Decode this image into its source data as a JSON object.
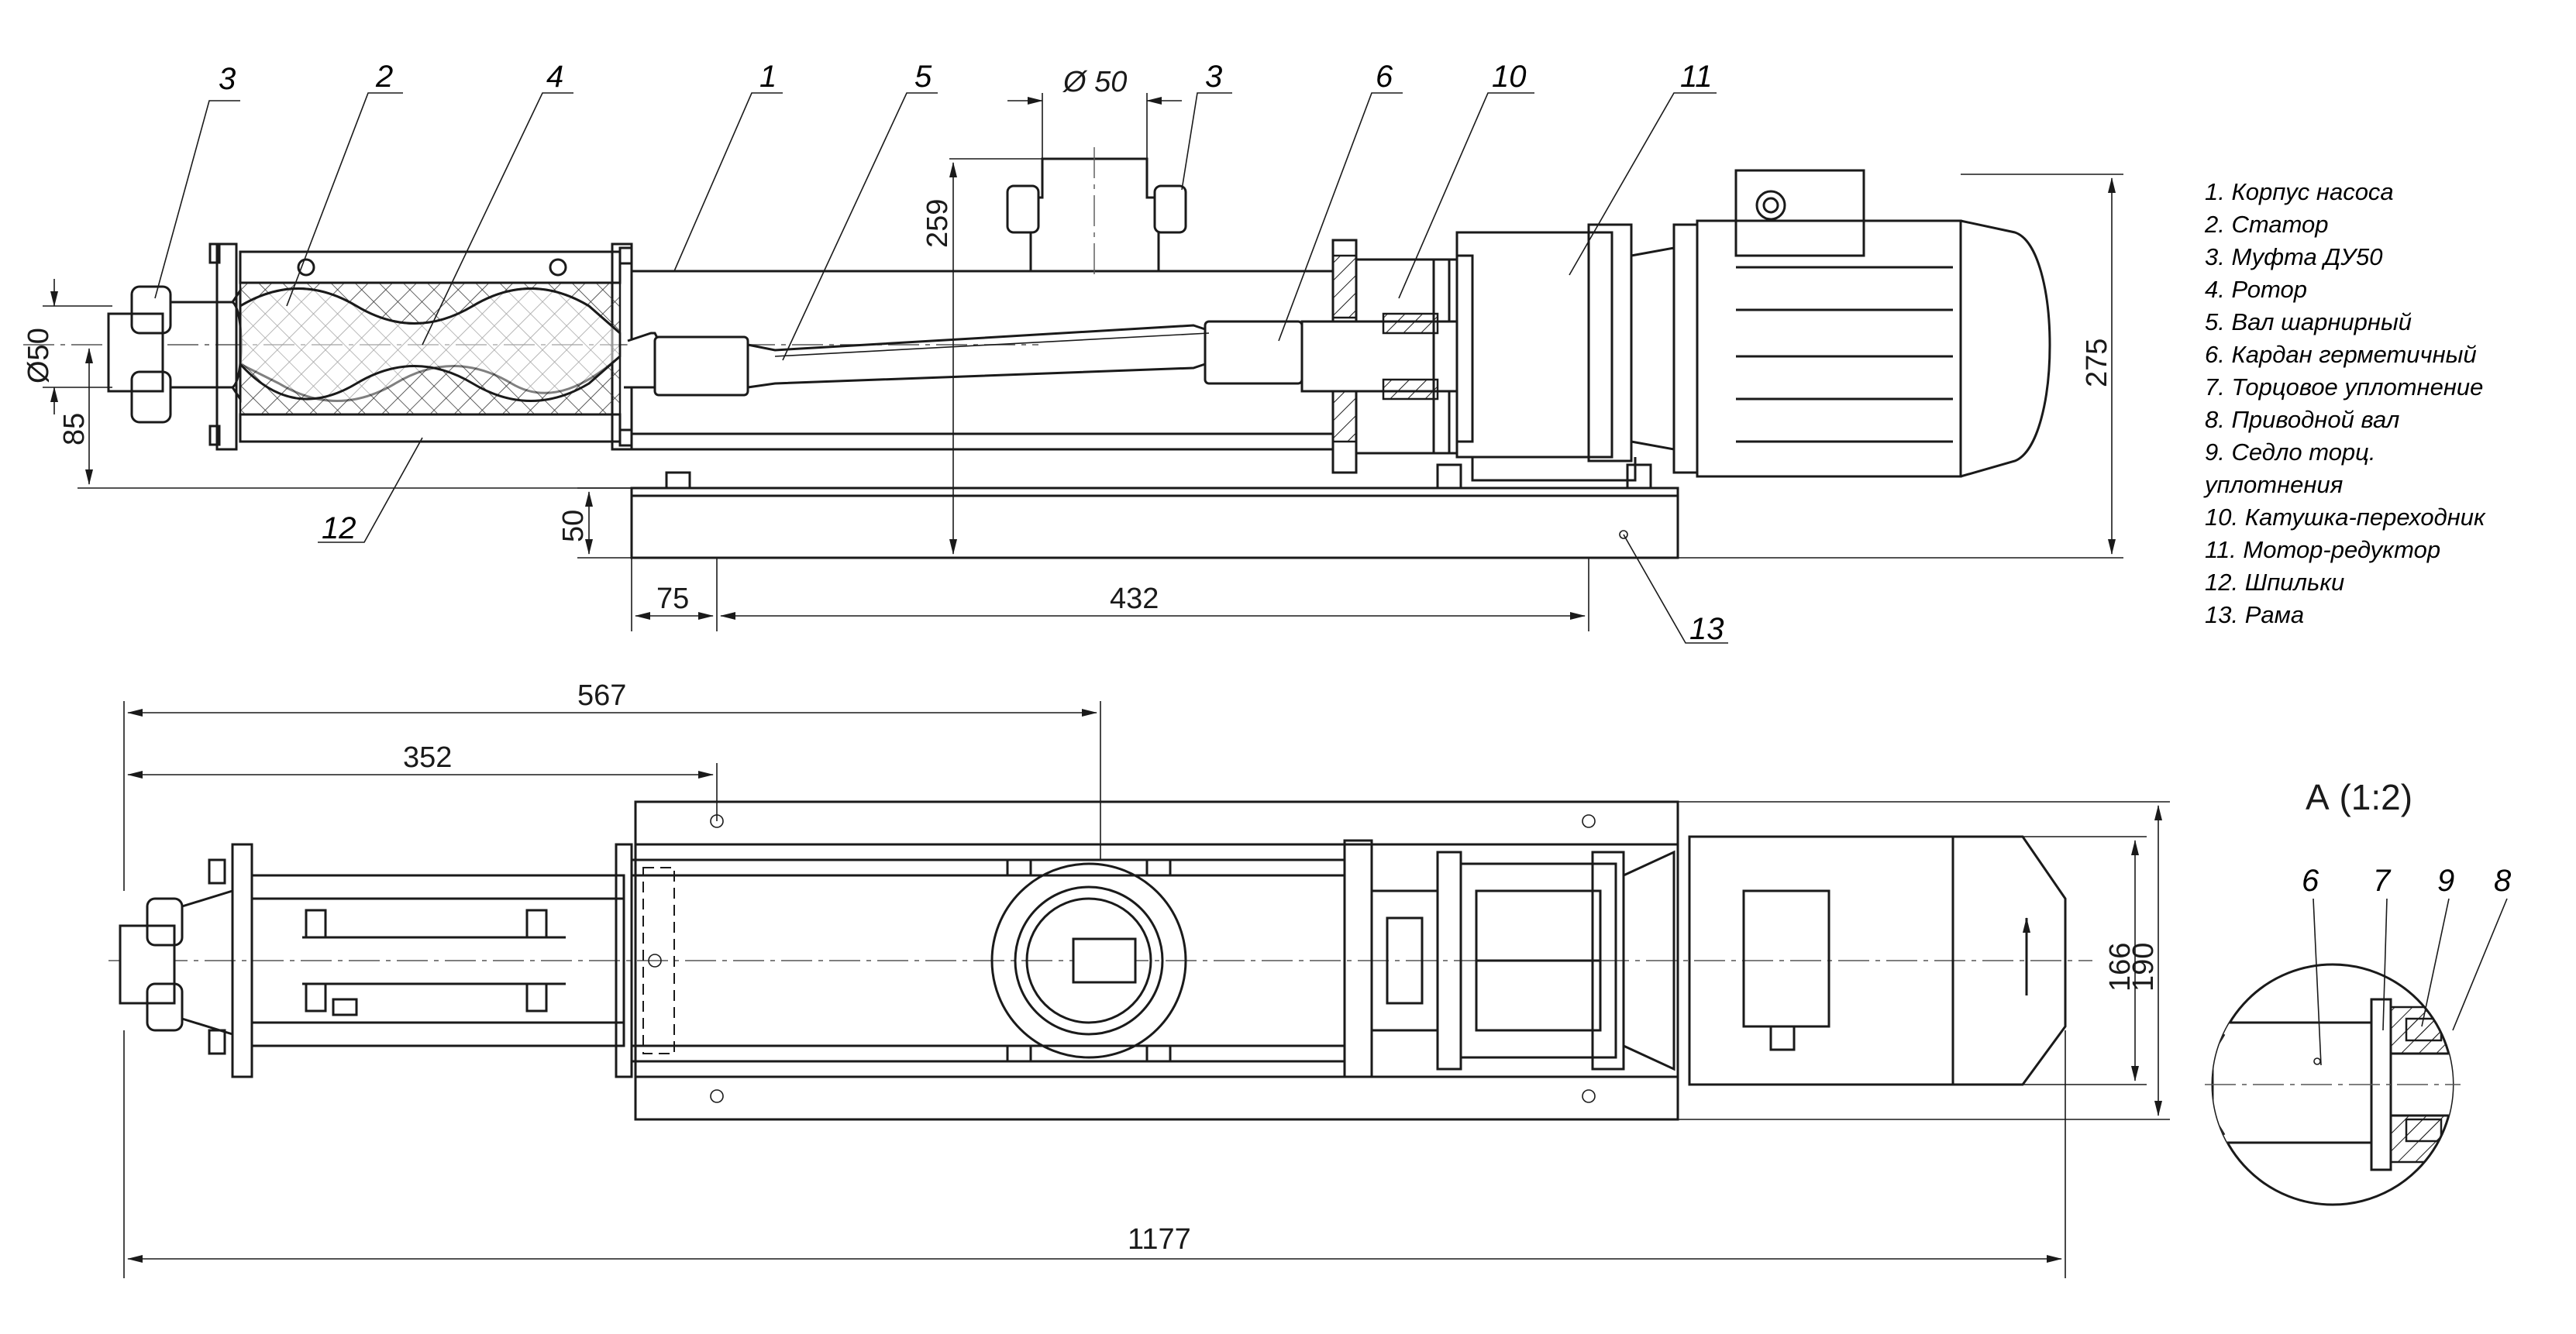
{
  "callouts": {
    "c3_left": "3",
    "c2": "2",
    "c4": "4",
    "c1": "1",
    "c5": "5",
    "c3_top": "3",
    "c6": "6",
    "c10": "10",
    "c11": "11",
    "c12": "12",
    "c13": "13"
  },
  "dimensions": {
    "d_phi50_top": "Ø 50",
    "d_259": "259",
    "d_275": "275",
    "d_phi50_side": "Ø50",
    "d_85": "85",
    "d_50": "50",
    "d_75": "75",
    "d_432": "432",
    "d_567": "567",
    "d_352": "352",
    "d_166": "166",
    "d_190": "190",
    "d_1177": "1177"
  },
  "legend": [
    "1. Корпус насоса",
    "2. Статор",
    "3. Муфта ДУ50",
    "4. Ротор",
    "5. Вал шарнирный",
    "6. Кардан герметичный",
    "7. Торцовое уплотнение",
    "8. Приводной вал",
    "9. Седло торц.",
    "уплотнения",
    "10. Катушка-переходник",
    "11. Мотор-редуктор",
    "12. Шпильки",
    "13. Рама"
  ],
  "detail": {
    "title": "А (1:2)",
    "labels": [
      "6",
      "7",
      "9",
      "8"
    ]
  }
}
